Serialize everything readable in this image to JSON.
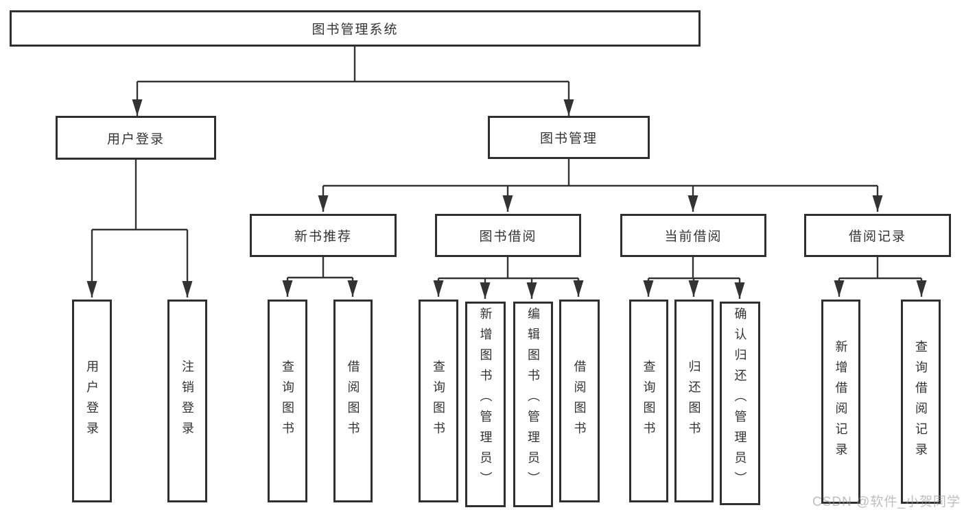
{
  "title": "图书管理系统",
  "tree": {
    "root": {
      "label": "图书管理系统"
    },
    "branches": [
      {
        "label": "用户登录",
        "children": [
          {
            "label": "用户登录"
          },
          {
            "label": "注销登录"
          }
        ]
      },
      {
        "label": "图书管理",
        "children": [
          {
            "label": "新书推荐",
            "children": [
              {
                "label": "查询图书"
              },
              {
                "label": "借阅图书"
              }
            ]
          },
          {
            "label": "图书借阅",
            "children": [
              {
                "label": "查询图书"
              },
              {
                "label": "新增图书（管理员）"
              },
              {
                "label": "编辑图书（管理员）"
              },
              {
                "label": "借阅图书"
              }
            ]
          },
          {
            "label": "当前借阅",
            "children": [
              {
                "label": "查询图书"
              },
              {
                "label": "归还图书"
              },
              {
                "label": "确认归还（管理员）"
              }
            ]
          },
          {
            "label": "借阅记录",
            "children": [
              {
                "label": "新增借阅记录"
              },
              {
                "label": "查询借阅记录"
              }
            ]
          }
        ]
      }
    ]
  },
  "watermark": "CSDN @软件_小贺同学",
  "colors": {
    "line": "#333333",
    "box_border": "#2f2f2f",
    "text": "#333333",
    "watermark": "#969696",
    "background": "#ffffff"
  }
}
